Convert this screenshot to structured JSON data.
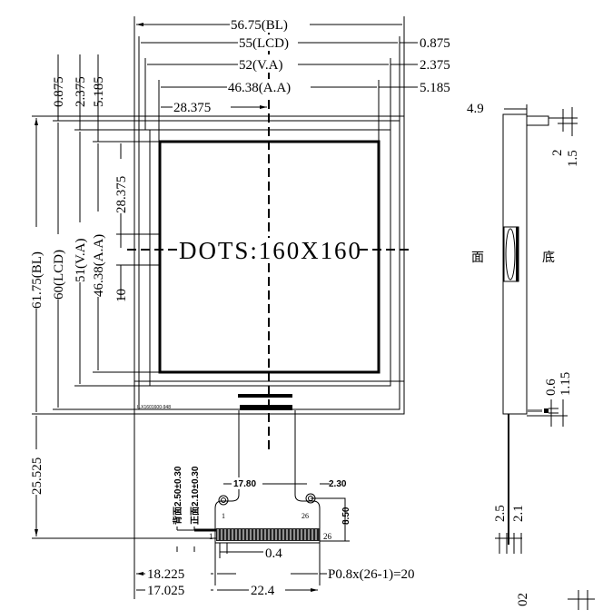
{
  "drawing": {
    "center_label": "DOTS:160X160",
    "model_label": "ILX1601600-948",
    "top_dims": {
      "bl": "56.75(BL)",
      "lcd": "55(LCD)",
      "lcd_off": "0.875",
      "va": "52(V.A)",
      "va_off": "2.375",
      "aa": "46.38(A.A)",
      "aa_off": "5.185",
      "half": "28.375"
    },
    "left_dims": {
      "bl": "61.75(BL)",
      "lcd": "60(LCD)",
      "va": "51(V.A)",
      "aa": "46.38(A.A)",
      "half": "28.375",
      "ten": "10",
      "lcd_off": "0.875",
      "va_off": "2.375",
      "aa_off": "5.185",
      "fpc": "25.525"
    },
    "fpc": {
      "width": "17.80",
      "corner": "2.30",
      "height": "8.50",
      "back": "背面2.50±0.30",
      "front": "正面2.10±0.30",
      "pin_first": "1",
      "pin_last": "26",
      "pin_first_b": "1",
      "pin_last_b": "26",
      "pin_w": "0.4",
      "offset1": "18.225",
      "offset2": "17.025",
      "span": "22.4",
      "pitch": "P0.8x(26-1)=20"
    },
    "side": {
      "thick": "4.9",
      "d2": "2",
      "d15": "1.5",
      "front": "面",
      "back": "底",
      "d06": "0.6",
      "d115": "1.15",
      "d25": "2.5",
      "d21": "2.1",
      "d02": "02"
    }
  }
}
